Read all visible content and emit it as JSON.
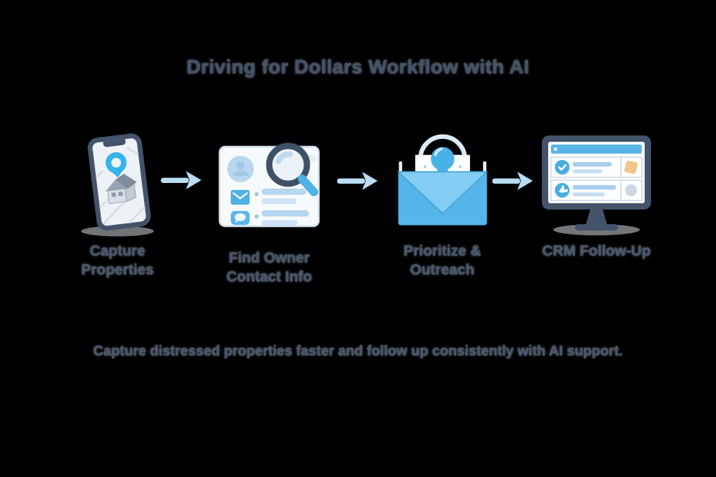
{
  "title": "Driving for Dollars Workflow with AI",
  "steps": [
    {
      "label": "Capture Properties",
      "icon": "phone-map-pin-icon"
    },
    {
      "label": "Find Owner Contact Info",
      "icon": "owner-contact-card-icon"
    },
    {
      "label": "Prioritize & Outreach",
      "icon": "envelope-lightbulb-icon"
    },
    {
      "label": "CRM Follow-Up",
      "icon": "crm-monitor-icon"
    }
  ],
  "caption": "Capture distressed properties faster and follow up consistently with AI support.",
  "colors": {
    "background": "#000000",
    "text": "#48576e",
    "arrow": "#b9dcf3",
    "accent_blue": "#47b1e8",
    "envelope_blue": "#55b5e9",
    "envelope_flap_blue": "#83cdf3",
    "dark_slate": "#42536a",
    "card_background": "#f7fafd",
    "card_border": "#cddbe8",
    "light_line_blue": "#b7d6ef",
    "badge_orange": "#f2c68a",
    "badge_gray": "#cfd9e1",
    "shadow": "#e3ebf2"
  }
}
